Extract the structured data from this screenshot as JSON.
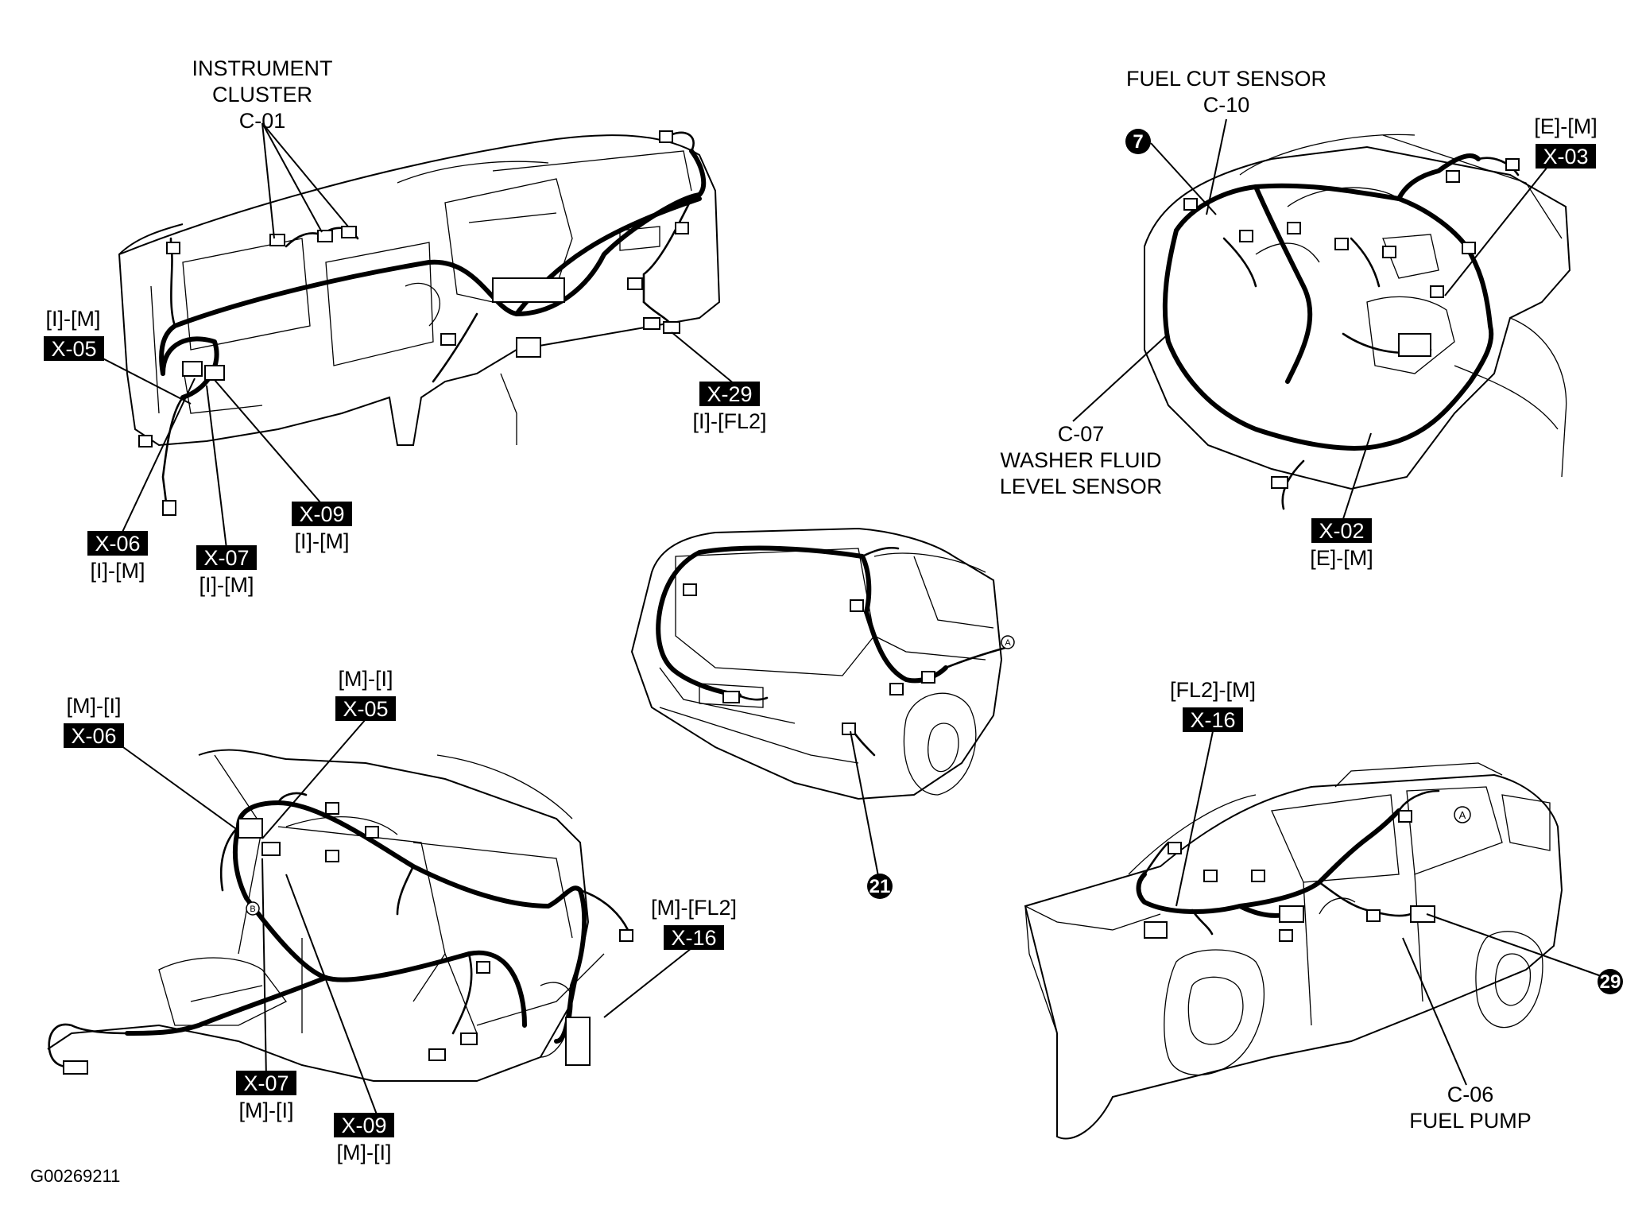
{
  "diagram_id": "G00269211",
  "instrument_panel": {
    "cluster_title_line1": "INSTRUMENT",
    "cluster_title_line2": "CLUSTER",
    "cluster_code": "C-01",
    "x05_label": "[I]-[M]",
    "x05_tag": "X-05",
    "x06_tag": "X-06",
    "x06_label": "[I]-[M]",
    "x07_tag": "X-07",
    "x07_label": "[I]-[M]",
    "x09_tag": "X-09",
    "x09_label": "[I]-[M]",
    "x29_tag": "X-29",
    "x29_label": "[I]-[FL2]"
  },
  "engine_bay": {
    "fuel_cut_title": "FUEL CUT SENSOR",
    "fuel_cut_code": "C-10",
    "badge": "7",
    "x03_label": "[E]-[M]",
    "x03_tag": "X-03",
    "washer_code": "C-07",
    "washer_title_line1": "WASHER FLUID",
    "washer_title_line2": "LEVEL SENSOR",
    "x02_tag": "X-02",
    "x02_label": "[E]-[M]"
  },
  "rear_view": {
    "badge": "21",
    "marker": "A"
  },
  "floor_harness": {
    "x06_label": "[M]-[I]",
    "x06_tag": "X-06",
    "x05_label": "[M]-[I]",
    "x05_tag": "X-05",
    "marker": "B",
    "x07_tag": "X-07",
    "x07_label": "[M]-[I]",
    "x09_tag": "X-09",
    "x09_label": "[M]-[I]",
    "x16_label": "[M]-[FL2]",
    "x16_tag": "X-16"
  },
  "vehicle_side": {
    "x16_label": "[FL2]-[M]",
    "x16_tag": "X-16",
    "marker": "A",
    "badge": "29",
    "fuel_pump_code": "C-06",
    "fuel_pump_title": "FUEL PUMP"
  }
}
